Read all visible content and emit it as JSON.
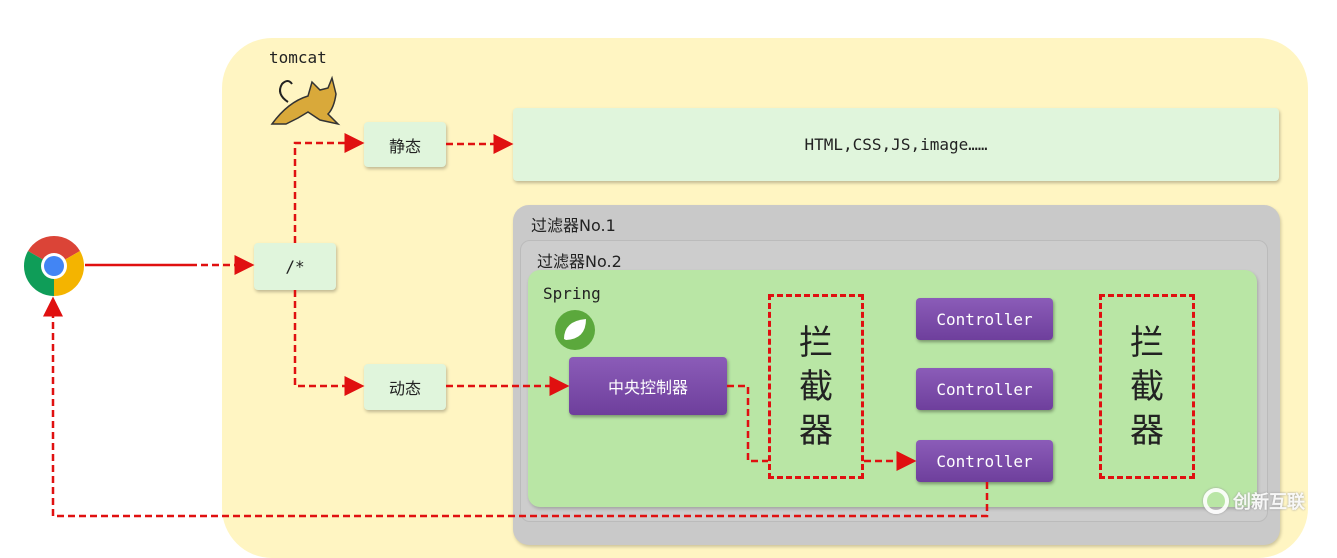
{
  "tomcat": {
    "label": "tomcat"
  },
  "nodes": {
    "static": "静态",
    "dynamic": "动态",
    "all": "/*",
    "resources": "HTML,CSS,JS,image……"
  },
  "filters": {
    "f1": "过滤器No.1",
    "f2": "过滤器No.2"
  },
  "spring": {
    "label": "Spring",
    "dispatcher": "中央控制器",
    "controllers": [
      "Controller",
      "Controller",
      "Controller"
    ],
    "interceptor": [
      "拦",
      "截",
      "器"
    ]
  },
  "watermark": "创新互联",
  "colors": {
    "arrow": "#e01010",
    "tomcat_bg": "#fff5c2",
    "spring_bg": "#b9e6a5",
    "purple": "#7b4aa8"
  }
}
